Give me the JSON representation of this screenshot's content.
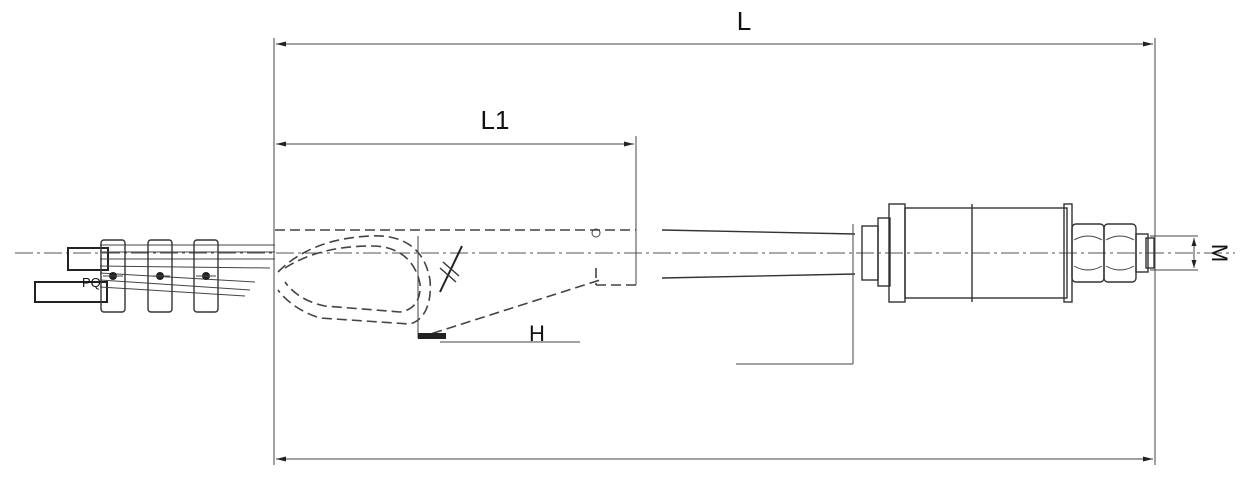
{
  "dimensions": {
    "overall_length": "L",
    "length_1": "L1",
    "height": "H",
    "thread": "M"
  },
  "colors": {
    "line": "#333333",
    "background": "#ffffff"
  }
}
